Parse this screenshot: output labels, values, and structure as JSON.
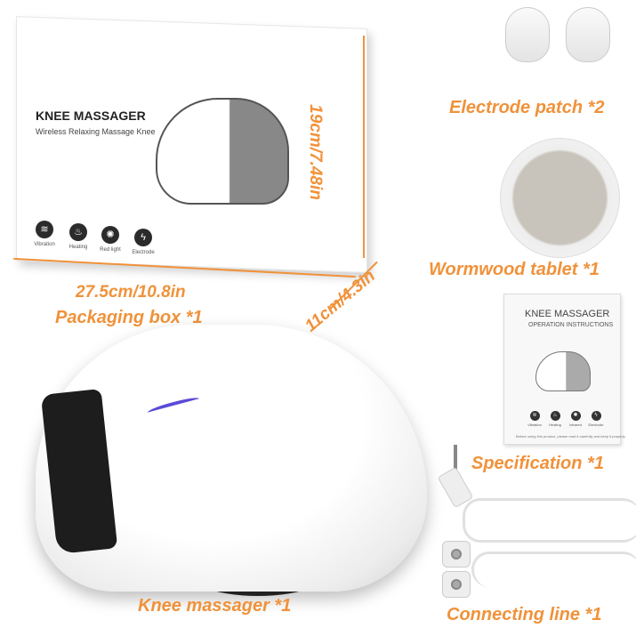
{
  "packaging": {
    "box_title": "KNEE MASSAGER",
    "box_subtitle": "Wireless Relaxing Massage Knee",
    "features": [
      {
        "icon": "vibration-icon",
        "label": "Vibration"
      },
      {
        "icon": "heating-icon",
        "label": "Heating"
      },
      {
        "icon": "red-light-icon",
        "label": "Red light"
      },
      {
        "icon": "electrode-icon",
        "label": "Electrode"
      }
    ],
    "height_dim": "19cm/7.48in",
    "width_dim": "27.5cm/10.8in",
    "depth_dim": "11cm/4.3in",
    "label": "Packaging box *1"
  },
  "electrode_patch": {
    "label": "Electrode patch *2"
  },
  "wormwood_tablet": {
    "label": "Wormwood tablet *1"
  },
  "manual": {
    "title": "KNEE MASSAGER",
    "subtitle": "OPERATION INSTRUCTIONS",
    "features": [
      "Vibration",
      "Heating",
      "Infrared",
      "Electrode"
    ],
    "footer": "Before using this product, please read it carefully and keep it properly",
    "label": "Specification *1"
  },
  "knee_massager": {
    "label": "Knee massager *1"
  },
  "connecting_line": {
    "label": "Connecting line *1"
  },
  "colors": {
    "accent": "#f0923a",
    "led": "#5a4bd6"
  }
}
